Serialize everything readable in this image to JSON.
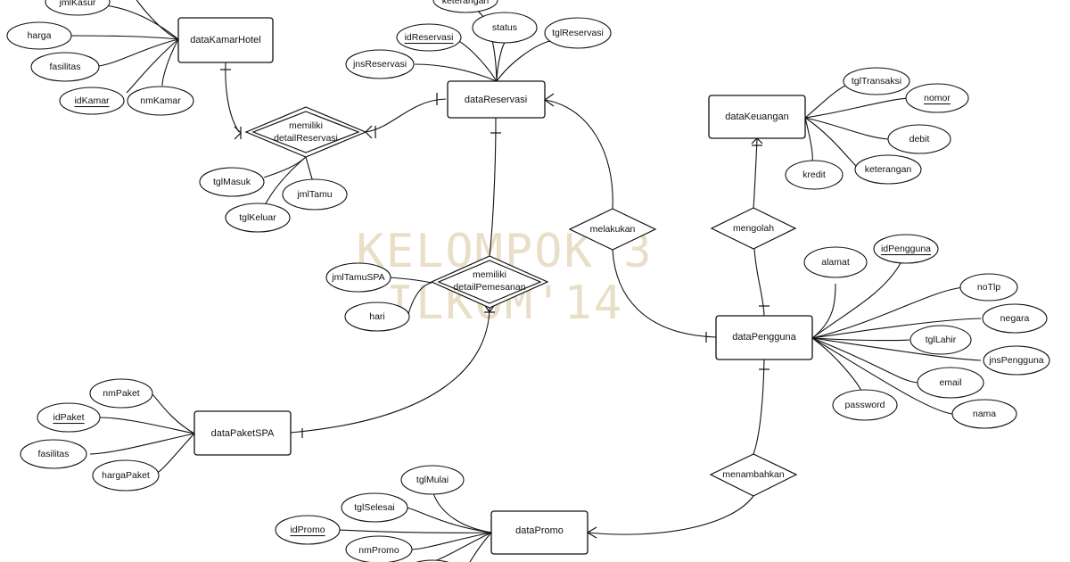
{
  "watermark": {
    "line1": "KELOMPOK 3",
    "line2": "ILKOM'14"
  },
  "entities": {
    "dataKamarHotel": "dataKamarHotel",
    "dataReservasi": "dataReservasi",
    "dataKeuangan": "dataKeuangan",
    "dataPengguna": "dataPengguna",
    "dataPaketSPA": "dataPaketSPA",
    "dataPromo": "dataPromo"
  },
  "relationships": {
    "detailReservasi": [
      "memiliki",
      "detailReservasi"
    ],
    "detailPemesanan": [
      "memiliki",
      "detailPemesanan"
    ],
    "melakukan": "melakukan",
    "mengolah": "mengolah",
    "menambahkan": "menambahkan"
  },
  "attributes": {
    "jmlKasur": "jmlKasur",
    "harga": "harga",
    "fasilitasKamar": "fasilitas",
    "idKamar": "idKamar",
    "nmKamar": "nmKamar",
    "keterangan": "keterangan",
    "status": "status",
    "tglReservasi": "tglReservasi",
    "idReservasi": "idReservasi",
    "jnsReservasi": "jnsReservasi",
    "tglMasuk": "tglMasuk",
    "jmlTamu": "jmlTamu",
    "tglKeluar": "tglKeluar",
    "tglTransaksi": "tglTransaksi",
    "nomor": "nomor",
    "debit": "debit",
    "keteranganKeuangan": "keterangan",
    "kredit": "kredit",
    "jmlTamuSPA": "jmlTamuSPA",
    "hari": "hari",
    "alamat": "alamat",
    "idPengguna": "idPengguna",
    "noTlp": "noTlp",
    "negara": "negara",
    "tglLahir": "tglLahir",
    "jnsPengguna": "jnsPengguna",
    "email": "email",
    "password": "password",
    "nama": "nama",
    "nmPaket": "nmPaket",
    "idPaket": "idPaket",
    "fasilitasSPA": "fasilitas",
    "hargaPaket": "hargaPaket",
    "tglMulai": "tglMulai",
    "tglSelesai": "tglSelesai",
    "idPromo": "idPromo",
    "nmPromo": "nmPromo"
  }
}
